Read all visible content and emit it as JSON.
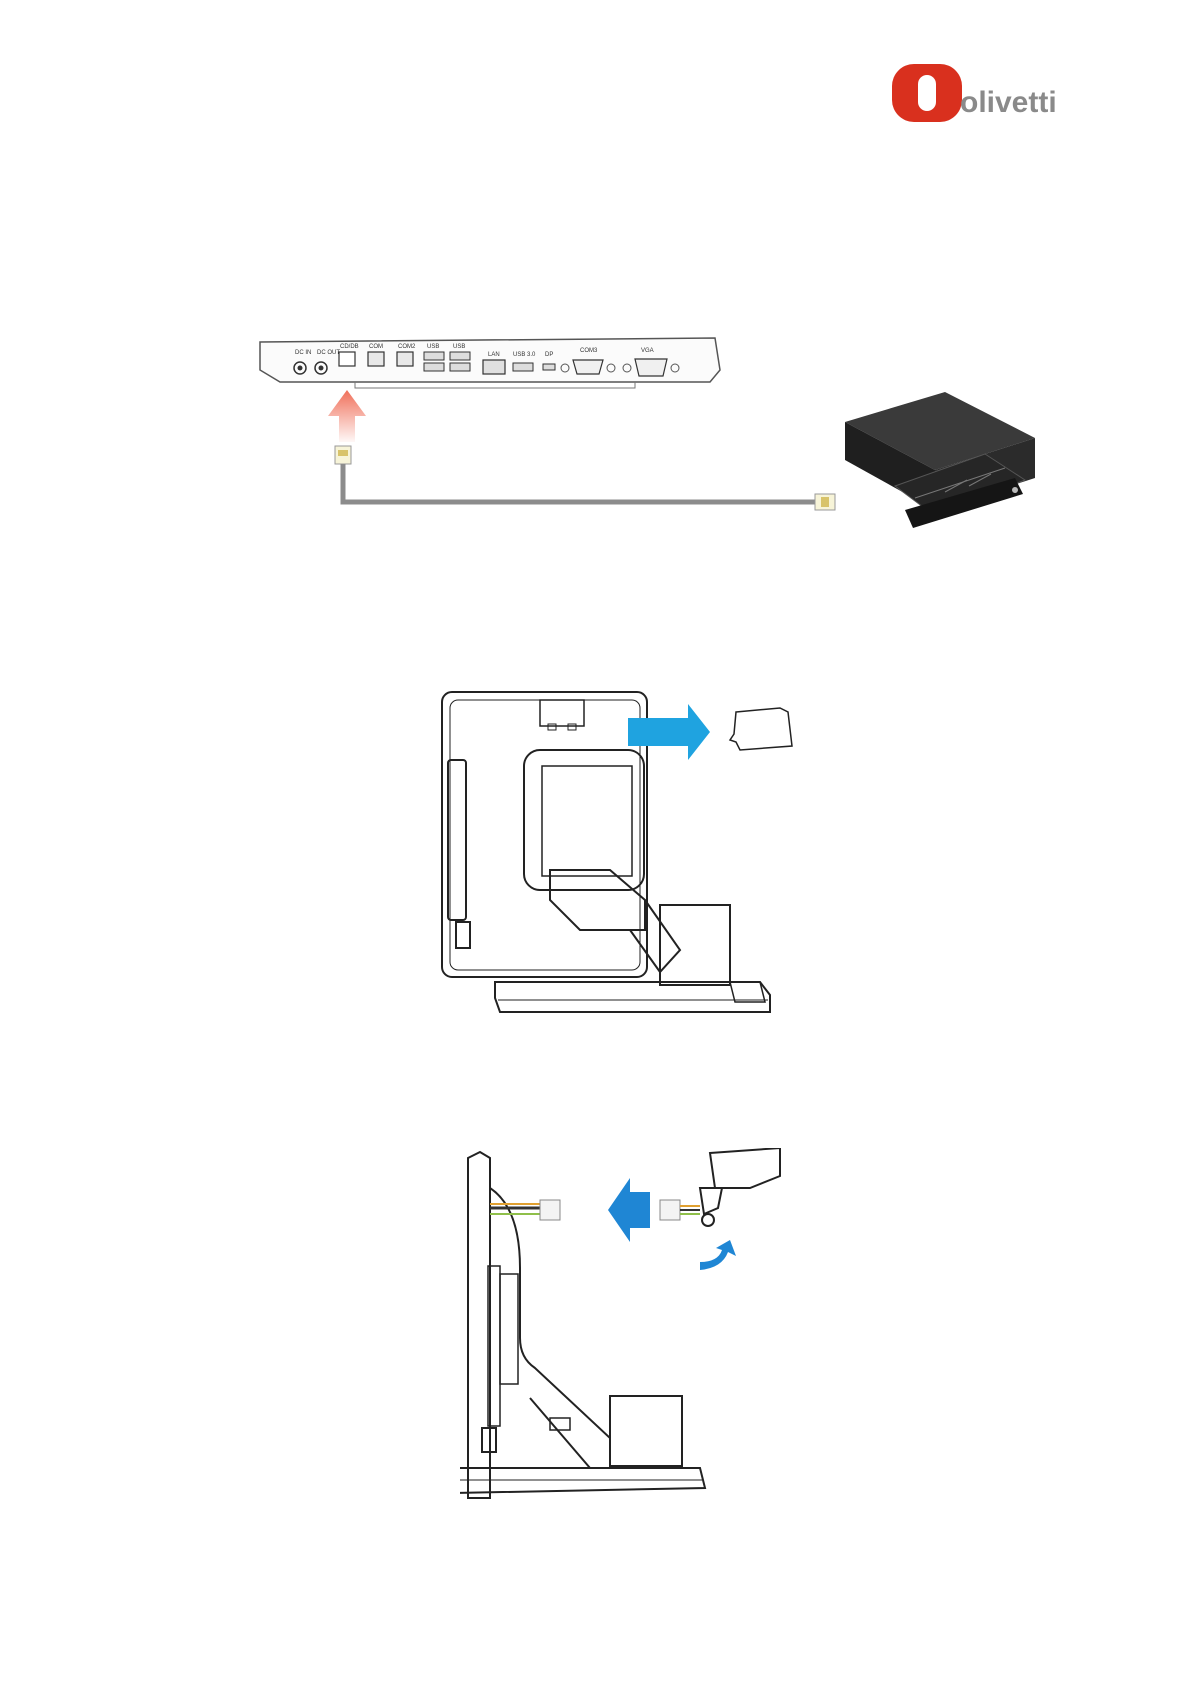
{
  "brand": {
    "logo_text": "olivetti",
    "logo_color": "#d9301e",
    "text_color": "#8a8a8a"
  },
  "figure1": {
    "port_labels": [
      "DC IN",
      "DC OUT",
      "CD/DB",
      "COM",
      "COM2",
      "USB",
      "USB",
      "LAN",
      "USB 3.0",
      "DP",
      "COM3",
      "VGA"
    ],
    "arrow_color": "#f0705a",
    "drawer_color": "#2b2b2b"
  },
  "figure2": {
    "arrow_color": "#1fa3e0"
  },
  "figure3": {
    "arrow_color": "#1f86d4"
  }
}
